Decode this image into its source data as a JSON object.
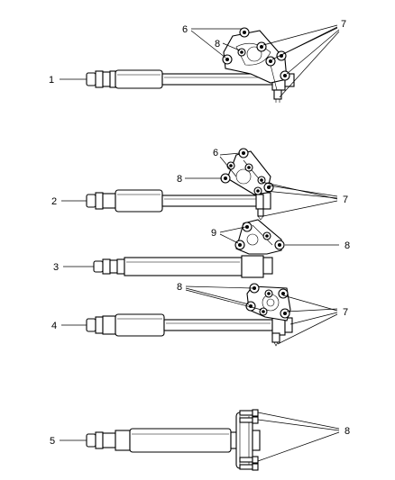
{
  "callouts": {
    "a1": "1",
    "a2": "2",
    "a3": "3",
    "a4": "4",
    "a5": "5",
    "b1_6": "6",
    "b1_8": "8",
    "b1_7": "7",
    "b2_6": "6",
    "b2_8": "8",
    "b2_7": "7",
    "b3_9": "9",
    "b3_8": "8",
    "b4_8": "8",
    "b4_7": "7",
    "b5_8": "8"
  }
}
